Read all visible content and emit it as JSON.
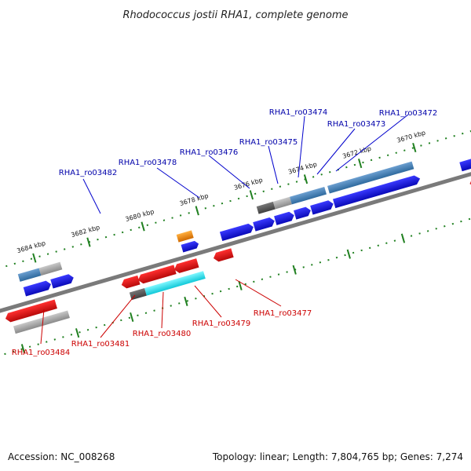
{
  "title": "Rhodococcus jostii RHA1, complete genome",
  "footer": {
    "accession": "Accession: NC_008268",
    "stats": "Topology: linear; Length: 7,804,765 bp; Genes: 7,274"
  },
  "ticks": [
    "3684 kbp",
    "3682 kbp",
    "3680 kbp",
    "3678 kbp",
    "3676 kbp",
    "3674 kbp",
    "3672 kbp",
    "3670 kbp"
  ],
  "genes_top": [
    "RHA1_ro03482",
    "RHA1_ro03478",
    "RHA1_ro03476",
    "RHA1_ro03475",
    "RHA1_ro03474",
    "RHA1_ro03473",
    "RHA1_ro03472"
  ],
  "genes_bottom": [
    "RHA1_ro03484",
    "RHA1_ro03481",
    "RHA1_ro03480",
    "RHA1_ro03479",
    "RHA1_ro03477"
  ],
  "colors": {
    "forward": "#1010e0",
    "reverse": "#e01010",
    "label_forward": "#0000aa",
    "label_reverse": "#cc0000",
    "tick": "#208020",
    "axis": "#7a7a7a",
    "highlight_cyan": "#22e5f0",
    "highlight_orange": "#f08c10",
    "bar_steel": "#4f86b8"
  }
}
